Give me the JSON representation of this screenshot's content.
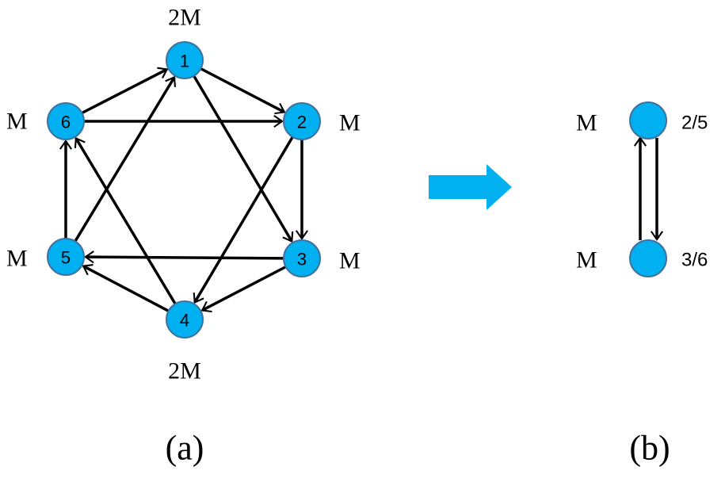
{
  "panel_a": {
    "caption": "(a)",
    "nodes": [
      {
        "id": "1",
        "label": "1",
        "weight": "2M"
      },
      {
        "id": "2",
        "label": "2",
        "weight": "M"
      },
      {
        "id": "3",
        "label": "3",
        "weight": "M"
      },
      {
        "id": "4",
        "label": "4",
        "weight": "2M"
      },
      {
        "id": "5",
        "label": "5",
        "weight": "M"
      },
      {
        "id": "6",
        "label": "6",
        "weight": "M"
      }
    ],
    "edges": [
      {
        "from": "6",
        "to": "1"
      },
      {
        "from": "1",
        "to": "2"
      },
      {
        "from": "1",
        "to": "3"
      },
      {
        "from": "6",
        "to": "2"
      },
      {
        "from": "2",
        "to": "3"
      },
      {
        "from": "2",
        "to": "4"
      },
      {
        "from": "3",
        "to": "5"
      },
      {
        "from": "3",
        "to": "4"
      },
      {
        "from": "4",
        "to": "5"
      },
      {
        "from": "4",
        "to": "6"
      },
      {
        "from": "5",
        "to": "6"
      },
      {
        "from": "5",
        "to": "1"
      }
    ]
  },
  "arrow_color": "#00b0f0",
  "node_color": "#00b0f0",
  "panel_b": {
    "caption": "(b)",
    "nodes": [
      {
        "id": "top",
        "weight": "M",
        "label": "2/5"
      },
      {
        "id": "bottom",
        "weight": "M",
        "label": "3/6"
      }
    ],
    "edges": [
      {
        "from": "top",
        "to": "bottom"
      },
      {
        "from": "bottom",
        "to": "top"
      }
    ]
  }
}
